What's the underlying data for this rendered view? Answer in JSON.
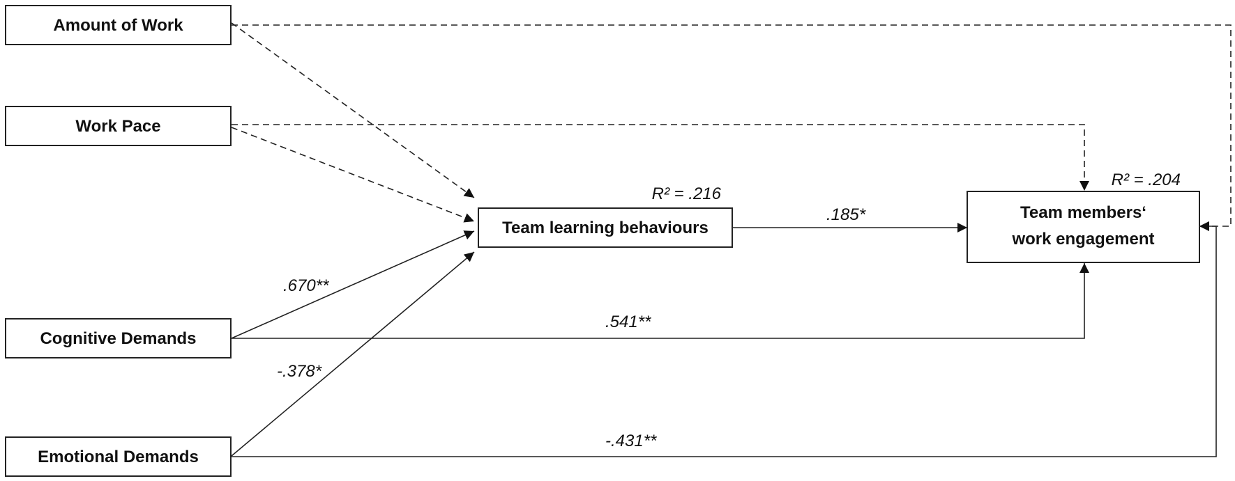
{
  "nodes": {
    "amount_of_work": "Amount of Work",
    "work_pace": "Work Pace",
    "cognitive_demands": "Cognitive Demands",
    "emotional_demands": "Emotional Demands",
    "team_learning": "Team learning behaviours",
    "engagement_line1": "Team members‘",
    "engagement_line2": "work engagement"
  },
  "r_squared": {
    "team_learning": "R² = .216",
    "engagement": "R² = .204"
  },
  "paths": {
    "cognitive_to_learning": ".670**",
    "emotional_to_learning": "-.378*",
    "learning_to_engagement": ".185*",
    "cognitive_to_engagement": ".541**",
    "emotional_to_engagement": "-.431**"
  }
}
